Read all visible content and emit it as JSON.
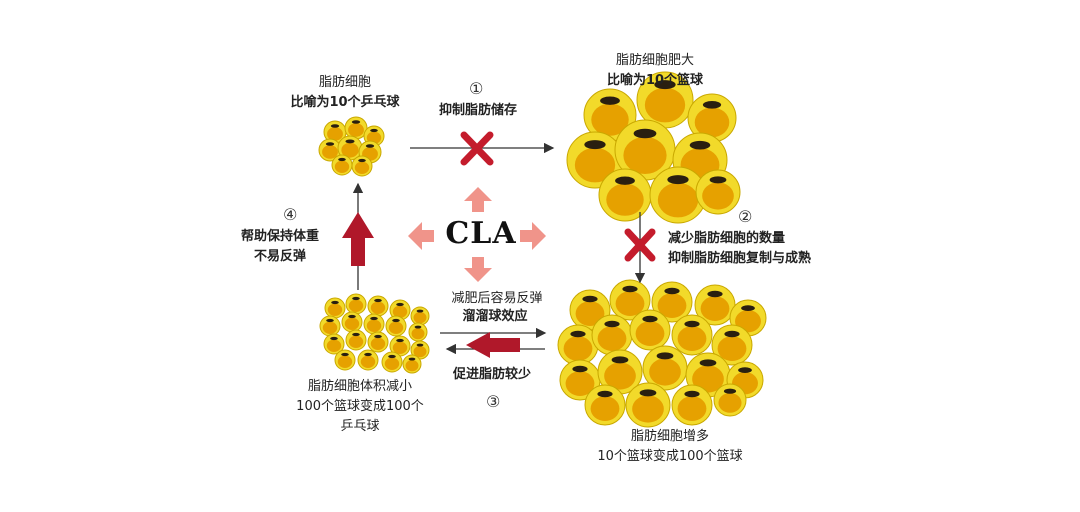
{
  "colors": {
    "cell_fill": "#f2da2a",
    "cell_inner": "#e6a100",
    "cell_hole": "#2a1f10",
    "arrow_red": "#b0182a",
    "arrow_pink": "#f0948a",
    "cross_red": "#c41c2c",
    "line": "#333333"
  },
  "center": {
    "label": "CLA"
  },
  "nodes": {
    "small_cell": {
      "title": "脂肪细胞",
      "subtitle": "比喻为10个乒乓球"
    },
    "large_cell": {
      "title": "脂肪细胞肥大",
      "subtitle": "比喻为10个篮球"
    },
    "many_cells": {
      "title": "脂肪细胞增多",
      "subtitle": "10个篮球变成100个篮球"
    },
    "shrunk_cells": {
      "line1": "脂肪细胞体积减小",
      "line2": "100个篮球变成100个",
      "line3": "乒乓球"
    }
  },
  "steps": {
    "s1": {
      "num": "①",
      "text": "抑制脂肪储存"
    },
    "s2": {
      "num": "②",
      "line1": "减少脂肪细胞的数量",
      "line2": "抑制脂肪细胞复制与成熟"
    },
    "s3": {
      "num": "③",
      "text": "促进脂肪较少"
    },
    "s4": {
      "num": "④",
      "line1": "帮助保持体重",
      "line2": "不易反弹"
    }
  },
  "rebound": {
    "line1": "减肥后容易反弹",
    "line2": "溜溜球效应"
  }
}
